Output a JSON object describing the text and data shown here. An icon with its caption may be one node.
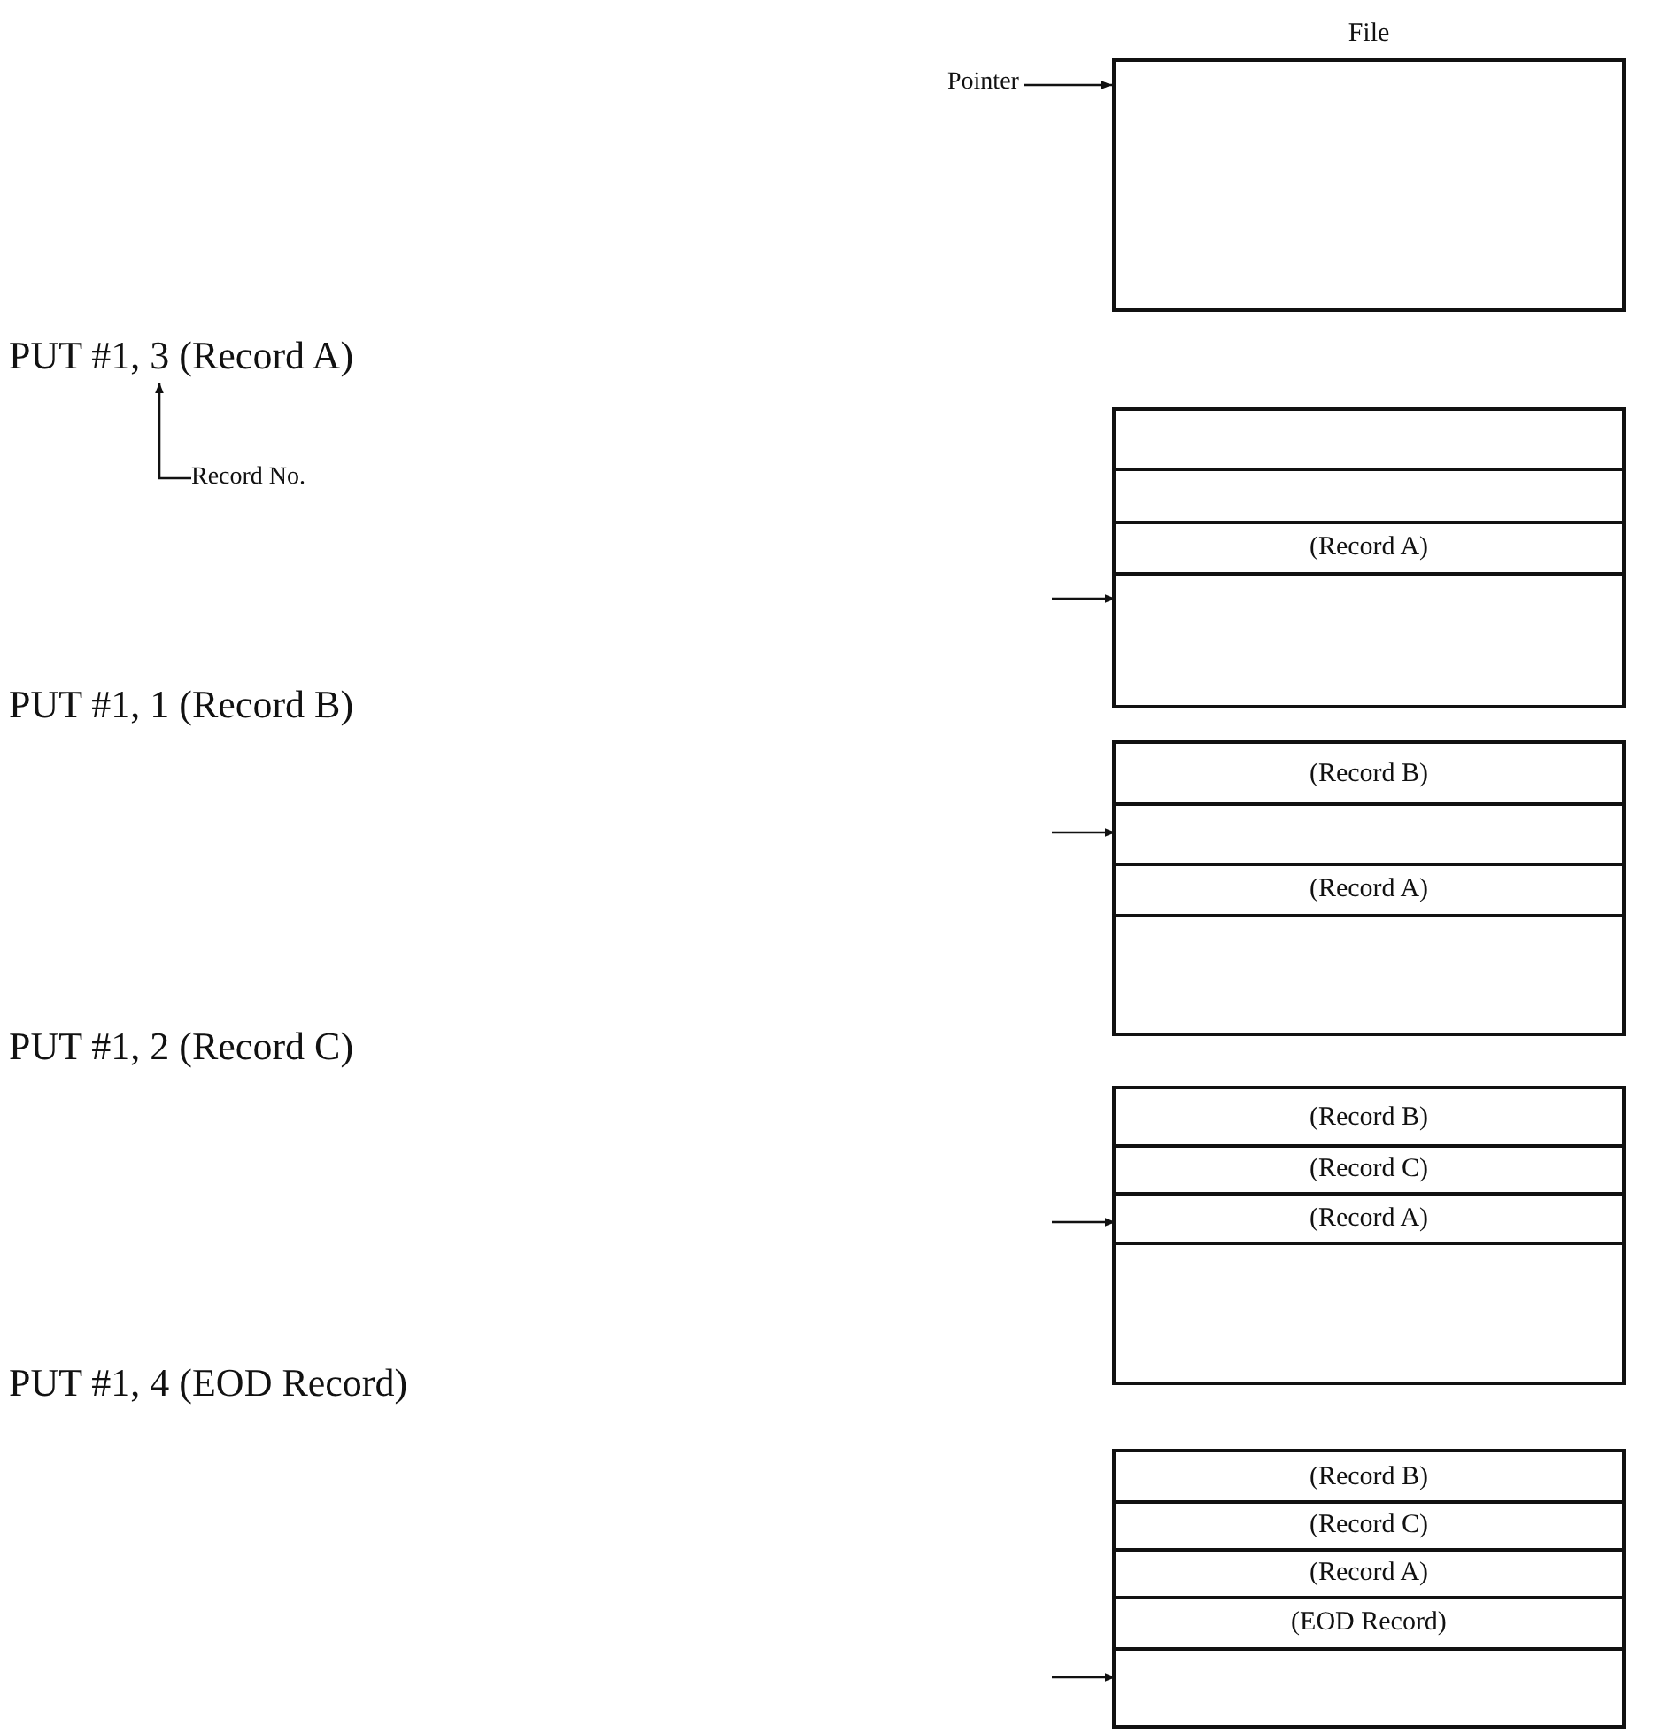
{
  "diagram": {
    "nodes": [
      {
        "text": [
          "File"
        ]
      },
      {
        "text": [
          "Pointer"
        ]
      },
      {
        "text": [
          "PUT #1, 3 (Record A)"
        ]
      },
      {
        "text": [
          "Record No."
        ]
      },
      {
        "text": [],
        "shape": "box"
      },
      {
        "text": [],
        "shape": "box",
        "in": 4
      },
      {
        "text": [],
        "shape": "box",
        "in": 4
      },
      {
        "text": [
          "(Record A)"
        ],
        "in": 4
      },
      {
        "text": [],
        "shape": "box",
        "in": 4
      },
      {
        "text": [],
        "shape": "box"
      },
      {
        "text": [
          "(Record B)"
        ],
        "in": 9
      },
      {
        "text": [],
        "shape": "box",
        "in": 9
      },
      {
        "text": [
          "(Record A)"
        ],
        "in": 9
      },
      {
        "text": [],
        "shape": "box",
        "in": 9
      },
      {
        "text": [],
        "shape": "box"
      },
      {
        "text": [
          "(Record B)"
        ],
        "in": 14
      },
      {
        "text": [
          "(Record C)"
        ],
        "in": 14
      },
      {
        "text": [
          "(Record A)"
        ],
        "in": 14
      },
      {
        "text": [],
        "shape": "box",
        "in": 14
      },
      {
        "text": [],
        "shape": "box"
      },
      {
        "text": [
          "(Record B)"
        ],
        "in": 19
      },
      {
        "text": [
          "(Record C)"
        ],
        "in": 19
      },
      {
        "text": [
          "(Record A)"
        ],
        "in": 19
      },
      {
        "text": [
          "(EOD Record)"
        ],
        "in": 19
      },
      {
        "text": [],
        "shape": "box",
        "in": 19
      }
    ],
    "edges": [
      {
        "from": 1,
        "to": 0,
        "arrow": "to"
      },
      {
        "from": 3,
        "to": 2,
        "arrow": "to"
      },
      {
        "from": null,
        "to": 8,
        "arrow": "to"
      },
      {
        "from": null,
        "to": 11,
        "arrow": "to"
      },
      {
        "from": null,
        "to": 17,
        "arrow": "to"
      },
      {
        "from": null,
        "to": 24,
        "arrow": "to"
      }
    ],
    "labels": [
      "PUT #1, 1 (Record B)",
      "PUT #1, 2 (Record C)",
      "PUT #1, 4 (EOD Record)"
    ]
  }
}
